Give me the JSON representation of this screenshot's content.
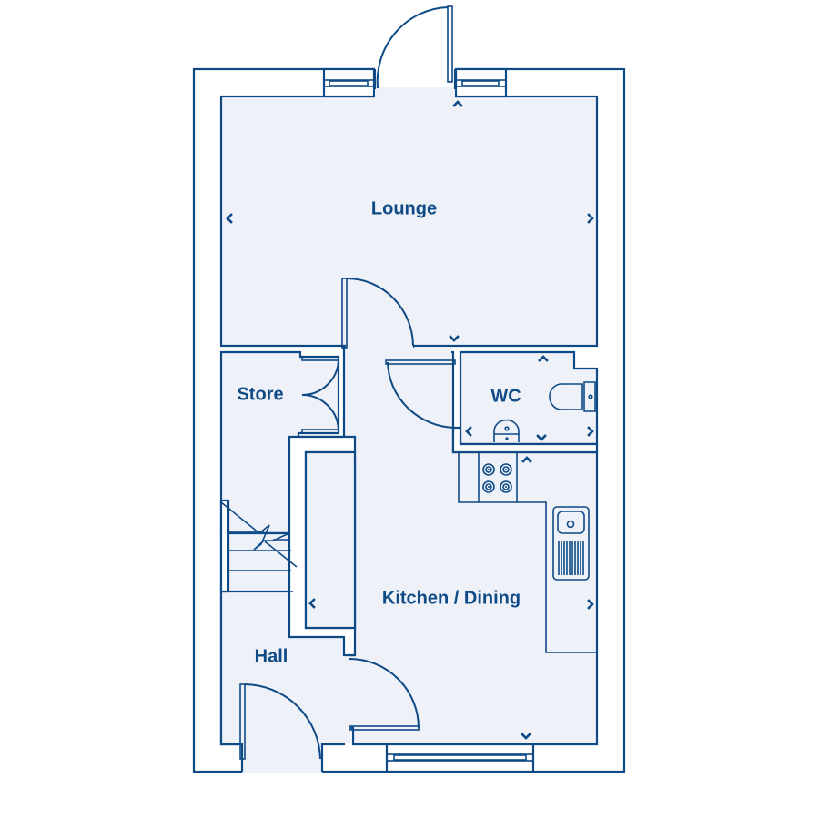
{
  "floorplan": {
    "colors": {
      "line": "#0d4a86",
      "room_fill": "#eff1f8",
      "wall_fill": "#ffffff"
    },
    "rooms": [
      {
        "id": "lounge",
        "label": "Lounge"
      },
      {
        "id": "store",
        "label": "Store"
      },
      {
        "id": "wc",
        "label": "WC"
      },
      {
        "id": "kitchen",
        "label": "Kitchen / Dining"
      },
      {
        "id": "hall",
        "label": "Hall"
      }
    ],
    "symbols": [
      "front-door-icon",
      "garden-door-icon",
      "window-icon",
      "staircase-icon",
      "hob-icon",
      "sink-icon",
      "toilet-icon",
      "basin-icon",
      "dimension-marker-icon"
    ]
  }
}
